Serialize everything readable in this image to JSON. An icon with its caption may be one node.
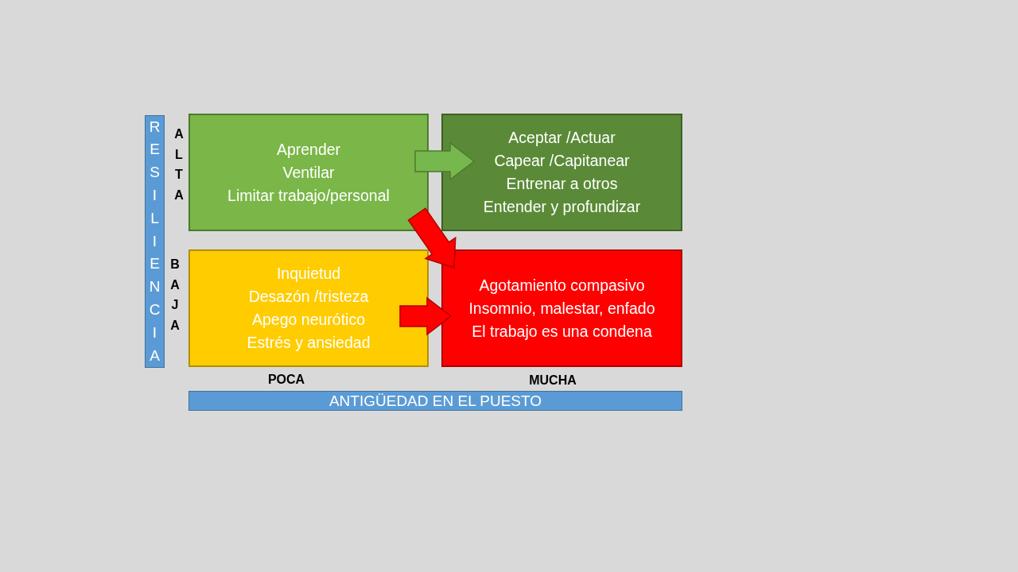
{
  "diagram": {
    "nodes": [
      {
        "text": [
          "RESILIENCIA"
        ]
      },
      {
        "text": [
          "Aprender",
          "Ventilar",
          "Limitar trabajo/personal"
        ]
      },
      {
        "text": [
          "Aceptar /Actuar",
          "Capear /Capitanear",
          "Entrenar a otros",
          "Entender y profundizar"
        ]
      },
      {
        "text": [
          "Inquietud",
          "Desazón /tristeza",
          "Apego neurótico",
          "Estrés y ansiedad"
        ]
      },
      {
        "text": [
          "Agotamiento compasivo",
          "Insomnio, malestar, enfado",
          "El trabajo es una condena"
        ]
      },
      {
        "text": [
          "ANTIGÜEDAD EN EL PUESTO"
        ]
      }
    ],
    "edges": [
      {
        "from": 1,
        "to": 2,
        "arrow": "to",
        "style": "thick",
        "color": "#77b84e"
      },
      {
        "from": 1,
        "to": 4,
        "arrow": "to",
        "style": "thick"
      },
      {
        "from": 3,
        "to": 4,
        "arrow": "to",
        "style": "thick"
      }
    ],
    "labels": [
      "ALTA",
      "BAJA",
      "POCA",
      "MUCHA"
    ]
  }
}
